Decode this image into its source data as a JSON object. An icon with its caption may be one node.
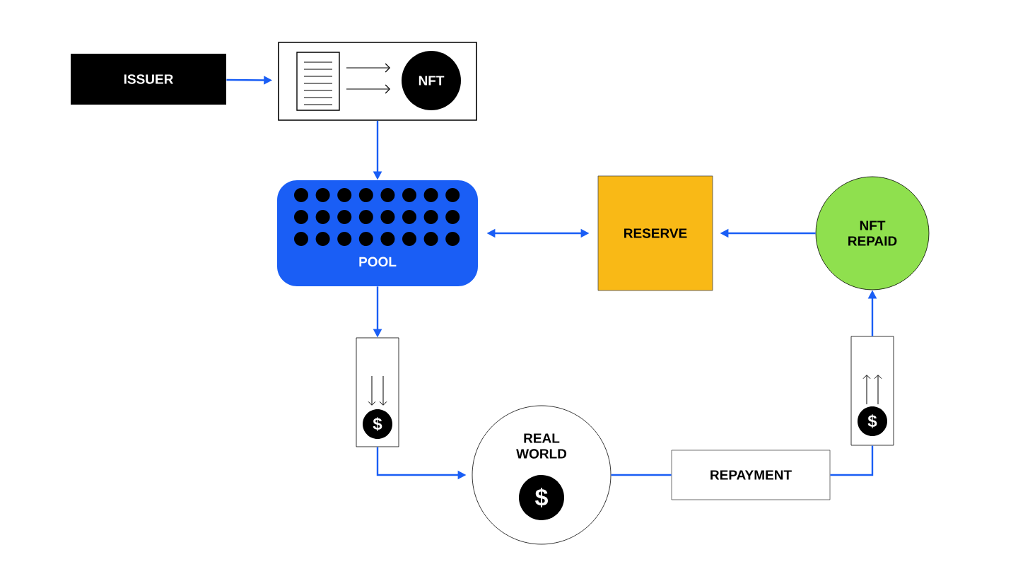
{
  "diagram": {
    "nodes": [
      {
        "text": [
          "ISSUER"
        ]
      },
      {
        "text": [],
        "shape": "box"
      },
      {
        "text": [
          "NFT"
        ],
        "in": 1
      },
      {
        "text": [
          "POOL"
        ]
      },
      {
        "text": [
          "RESERVE"
        ]
      },
      {
        "text": [
          "NFT REPAID"
        ]
      },
      {
        "text": [],
        "shape": "box"
      },
      {
        "text": [
          "$"
        ],
        "in": 6
      },
      {
        "text": [
          "REAL WORLD"
        ]
      },
      {
        "text": [
          "$"
        ],
        "in": 8
      },
      {
        "text": [
          "REPAYMENT"
        ]
      },
      {
        "text": [],
        "shape": "box"
      },
      {
        "text": [
          "$"
        ],
        "in": 11
      }
    ],
    "edges": [
      {
        "from": 0,
        "to": 1,
        "arrow": "to"
      },
      {
        "from": 1,
        "to": 3,
        "arrow": "to"
      },
      {
        "from": 3,
        "to": 4,
        "arrow": "both"
      },
      {
        "from": 5,
        "to": 4,
        "arrow": "to"
      },
      {
        "from": 3,
        "to": 6,
        "arrow": "to"
      },
      {
        "from": 6,
        "to": 8,
        "arrow": "to"
      },
      {
        "from": 8,
        "to": 10,
        "arrow": "none"
      },
      {
        "from": 10,
        "to": 11,
        "arrow": "none"
      },
      {
        "from": 11,
        "to": 5,
        "arrow": "to"
      }
    ]
  }
}
